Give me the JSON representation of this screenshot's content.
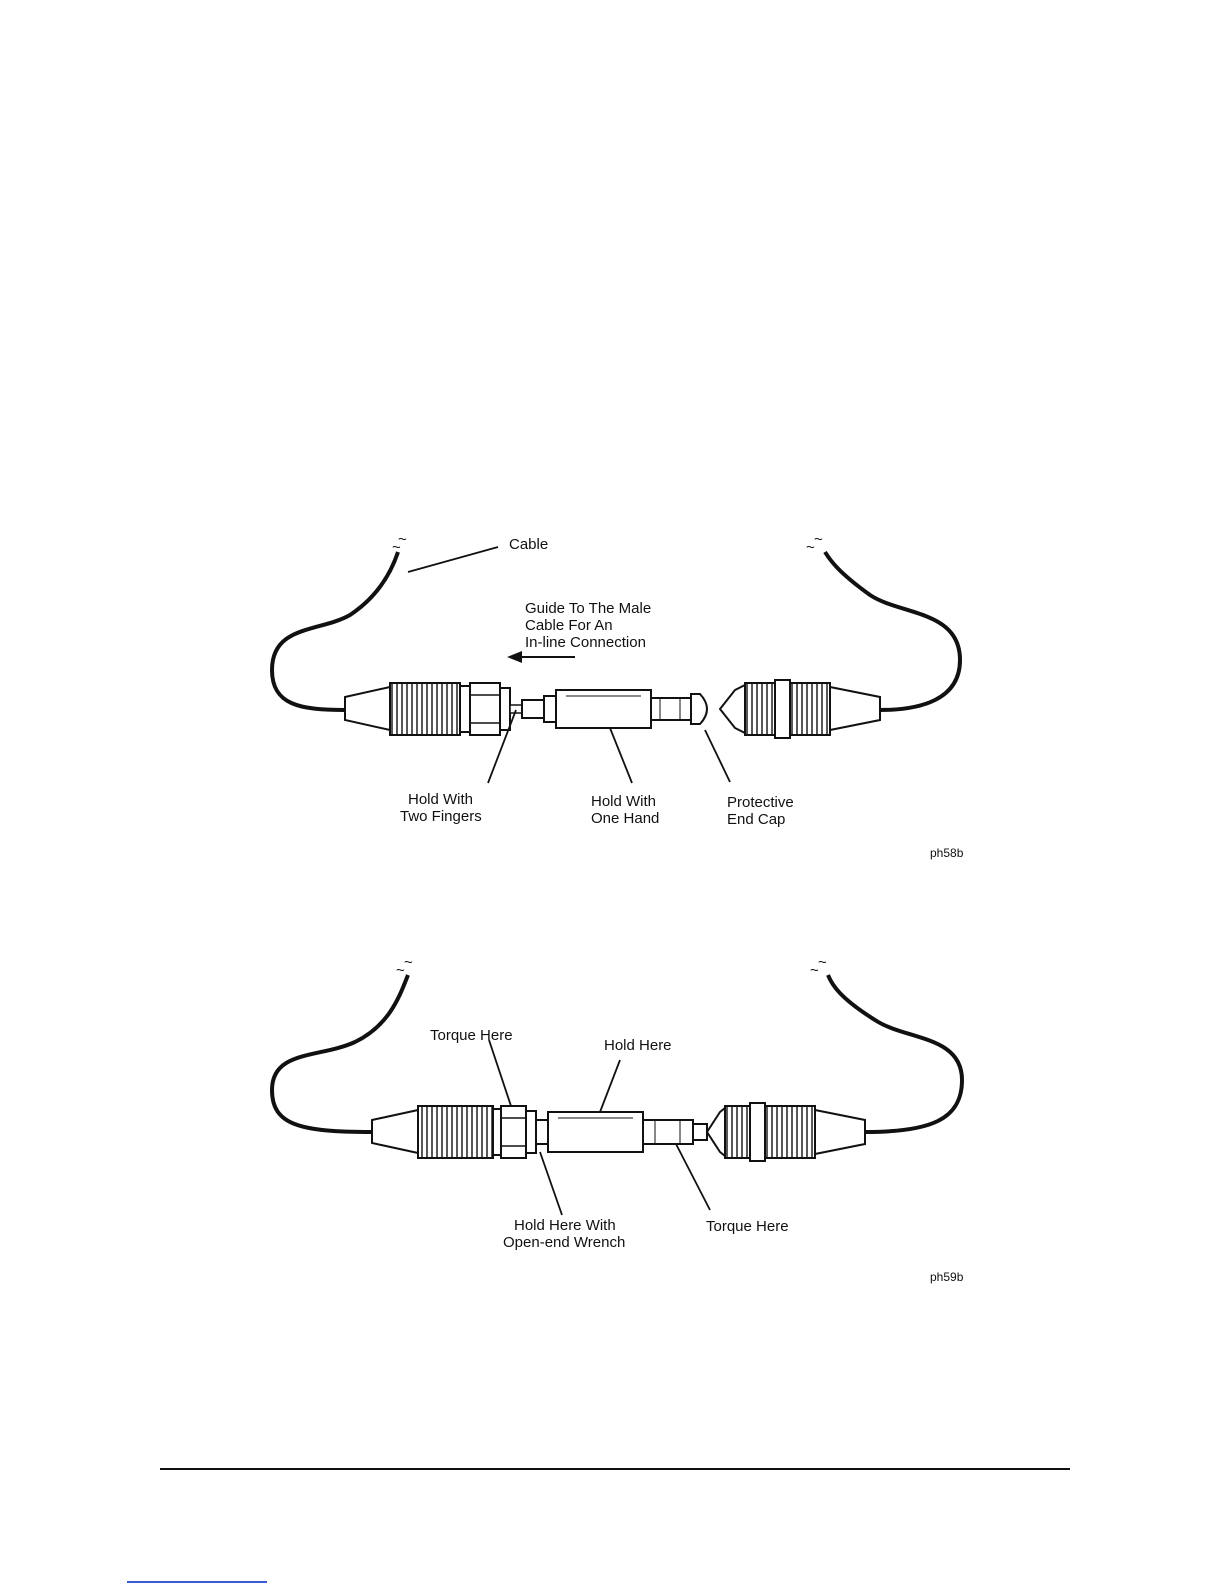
{
  "figure1": {
    "labels": {
      "cable": "Cable",
      "guide_1": "Guide To The Male",
      "guide_2": "Cable For An",
      "guide_3": "In-line Connection",
      "two_fingers_1": "Hold With",
      "two_fingers_2": "Two Fingers",
      "one_hand_1": "Hold With",
      "one_hand_2": "One Hand",
      "end_cap_1": "Protective",
      "end_cap_2": "End Cap"
    },
    "code": "ph58b"
  },
  "figure2": {
    "labels": {
      "torque_left": "Torque Here",
      "hold_here": "Hold Here",
      "wrench_1": "Hold Here With",
      "wrench_2": "Open-end Wrench",
      "torque_right": "Torque Here"
    },
    "code": "ph59b"
  },
  "colors": {
    "ink": "#111111",
    "link": "#3b5bdb"
  }
}
